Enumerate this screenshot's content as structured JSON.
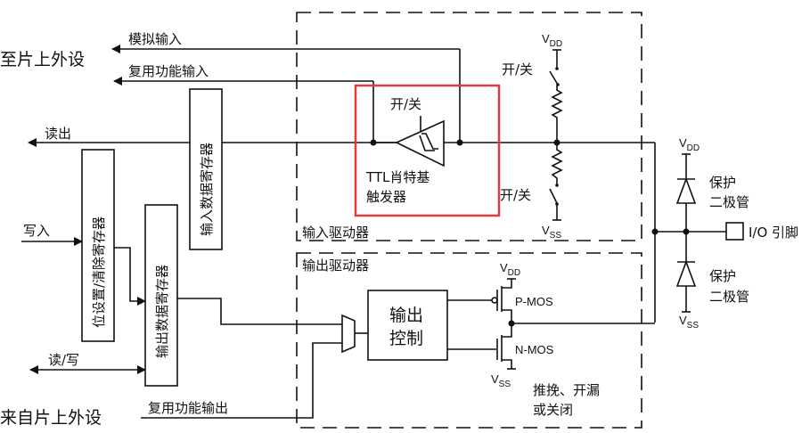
{
  "labels": {
    "to_peripheral": "至片上外设",
    "analog_input": "模拟输入",
    "alt_func_input": "复用功能输入",
    "read_out": "读出",
    "write_in": "写入",
    "read_write": "读/写",
    "from_peripheral": "来自片上外设",
    "alt_func_output": "复用功能输出"
  },
  "registers": {
    "input_data_register": "输入数据寄存器",
    "bit_set_reset_register": "位设置/清除寄存器",
    "output_data_register": "输出数据寄存器"
  },
  "input_driver": {
    "title": "输入驱动器",
    "schmitt_switch": "开/关",
    "schmitt_line1": "TTL肖特基",
    "schmitt_line2": "触发器",
    "pullup_switch": "开/关",
    "pulldown_switch": "开/关",
    "vdd": "V",
    "vdd_sub": "DD",
    "vss": "V",
    "vss_sub": "SS"
  },
  "output_driver": {
    "title": "输出驱动器",
    "control_line1": "输出",
    "control_line2": "控制",
    "pmos": "P-MOS",
    "nmos": "N-MOS",
    "vdd": "V",
    "vdd_sub": "DD",
    "vss": "V",
    "vss_sub": "SS",
    "mode_line1": "推挽、开漏",
    "mode_line2": "或关闭"
  },
  "protection": {
    "top_line1": "保护",
    "top_line2": "二极管",
    "bottom_line1": "保护",
    "bottom_line2": "二极管",
    "vdd": "V",
    "vdd_sub": "DD",
    "vss": "V",
    "vss_sub": "SS"
  },
  "io_pin": "I/O 引脚",
  "colors": {
    "highlight": "#e83a3a",
    "line": "#111111"
  }
}
